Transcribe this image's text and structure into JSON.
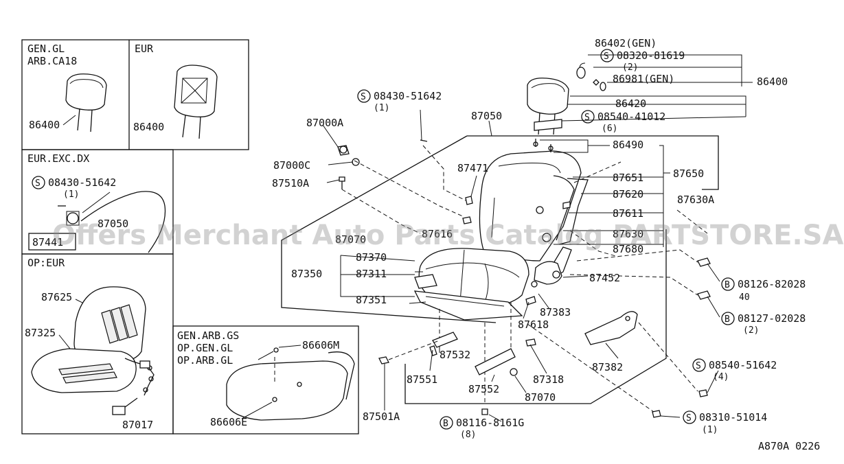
{
  "inset_boxes": {
    "gen_gl": {
      "title_1": "GEN.GL",
      "title_2": "ARB.CA18",
      "part": "86400"
    },
    "eur": {
      "title": "EUR",
      "part": "86400"
    },
    "eur_exc_dx": {
      "title": "EUR.EXC.DX",
      "screw": "08430-51642",
      "screw_qty": "(1)",
      "part_a": "87050",
      "part_b": "87441"
    },
    "op_eur": {
      "title": "OP:EUR",
      "part_a": "87625",
      "part_b": "87325",
      "part_c": "87017"
    },
    "gen_arb_gs": {
      "title_1": "GEN.ARB.GS",
      "title_2": "OP.GEN.GL",
      "title_3": "OP.ARB.GL",
      "part_a": "86606M",
      "part_b": "86606E"
    }
  },
  "labels": {
    "p86402": "86402(GEN)",
    "s08320": "08320-81619",
    "s08320_qty": "(2)",
    "p86981": "86981(GEN)",
    "p86400": "86400",
    "p86420": "86420",
    "s08540a": "08540-41012",
    "s08540a_qty": "(6)",
    "s08430": "08430-51642",
    "s08430_qty": "(1)",
    "p87050": "87050",
    "p87000a": "87000A",
    "p86490": "86490",
    "p87000c": "87000C",
    "p87471": "87471",
    "p87651": "87651",
    "p87650": "87650",
    "p87510a": "87510A",
    "p87620": "87620",
    "p87630a": "87630A",
    "p87611": "87611",
    "p87070a": "87070",
    "p87616": "87616",
    "p87630": "87630",
    "p87680": "87680",
    "p87370": "87370",
    "p87350": "87350",
    "p87311": "87311",
    "p87452": "87452",
    "b08126": "08126-82028",
    "b08126_qty": "40",
    "p87351": "87351",
    "p87383": "87383",
    "b08127": "08127-02028",
    "b08127_qty": "(2)",
    "p87618": "87618",
    "p87532": "87532",
    "p87382": "87382",
    "s08540b": "08540-51642",
    "s08540b_qty": "(4)",
    "p87551": "87551",
    "p87318": "87318",
    "p87552": "87552",
    "p87070b": "87070",
    "p87501a": "87501A",
    "b08116": "08116-8161G",
    "b08116_qty": "(8)",
    "s08310": "08310-51014",
    "s08310_qty": "(1)"
  },
  "prefix": {
    "s": "S",
    "b": "B"
  },
  "footer_code": "A870A 0226",
  "watermark": "Offers Merchant Auto Parts Catalog PARTSTORE.SA"
}
